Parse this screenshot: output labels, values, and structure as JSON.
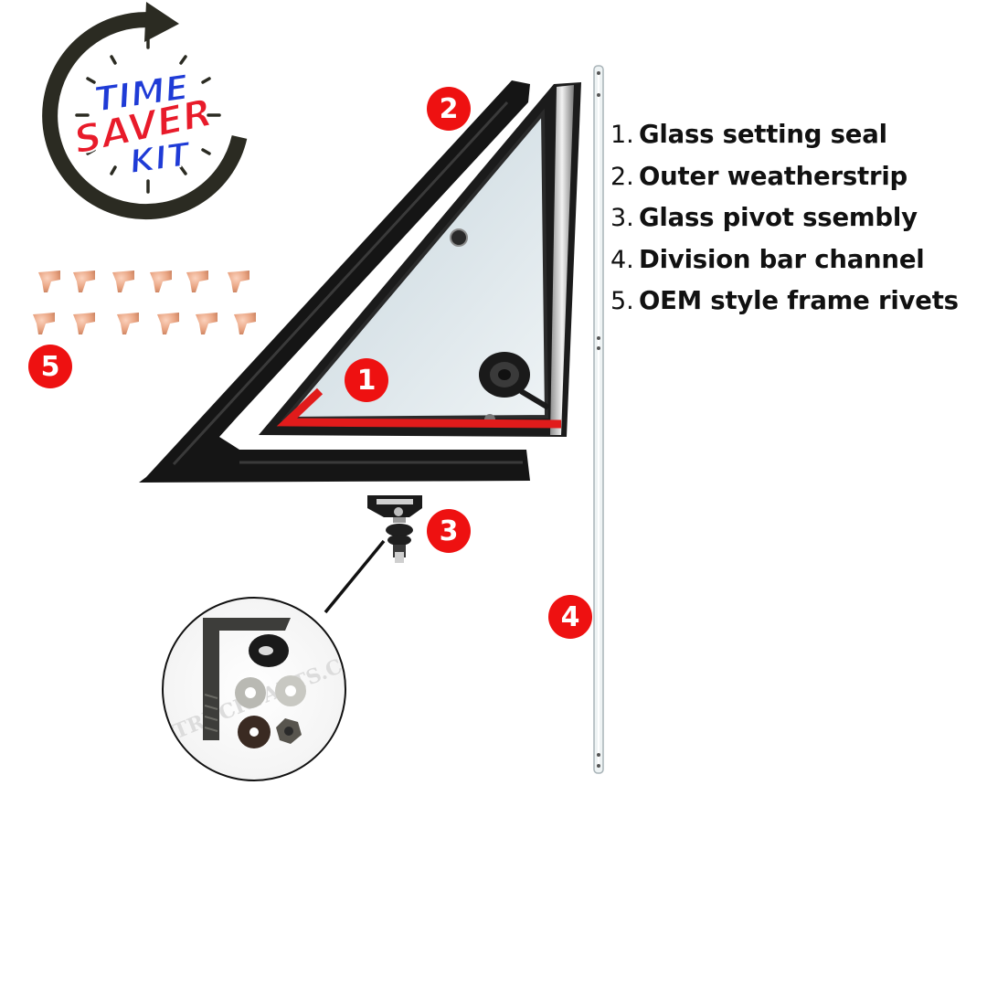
{
  "logo": {
    "line1": "TIME",
    "line2": "SAVER",
    "line3": "KIT",
    "colors": {
      "blue": "#1f3bd6",
      "red": "#e81b2a",
      "ring": "#2b2b22"
    }
  },
  "legend": [
    {
      "num": "1.",
      "label": "Glass setting seal"
    },
    {
      "num": "2.",
      "label": "Outer weatherstrip"
    },
    {
      "num": "3.",
      "label": "Glass pivot ssembly"
    },
    {
      "num": "4.",
      "label": "Division bar channel"
    },
    {
      "num": "5.",
      "label": "OEM style frame rivets"
    }
  ],
  "badges": {
    "b1": "1",
    "b2": "2",
    "b3": "3",
    "b4": "4",
    "b5": "5"
  },
  "colors": {
    "badge": "#ee1111",
    "seal_highlight": "#e11b1b",
    "rivet": "#e9a482",
    "weatherstrip": "#151515",
    "glass": "#dde6ea"
  },
  "watermark": "TRUCKPARTS.C"
}
